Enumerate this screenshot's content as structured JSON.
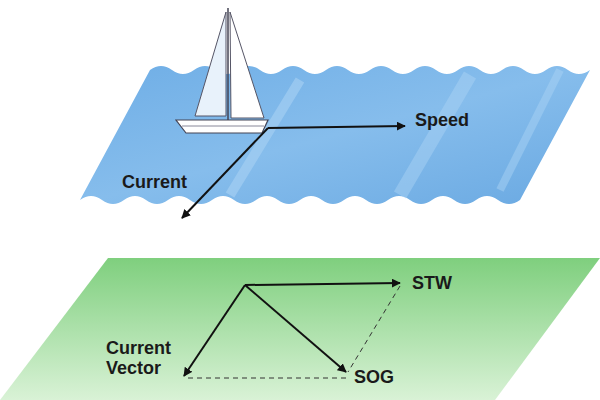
{
  "diagram": {
    "labels": [
      "Speed",
      "Current",
      "STW",
      "Current Vector",
      "SOG"
    ]
  }
}
